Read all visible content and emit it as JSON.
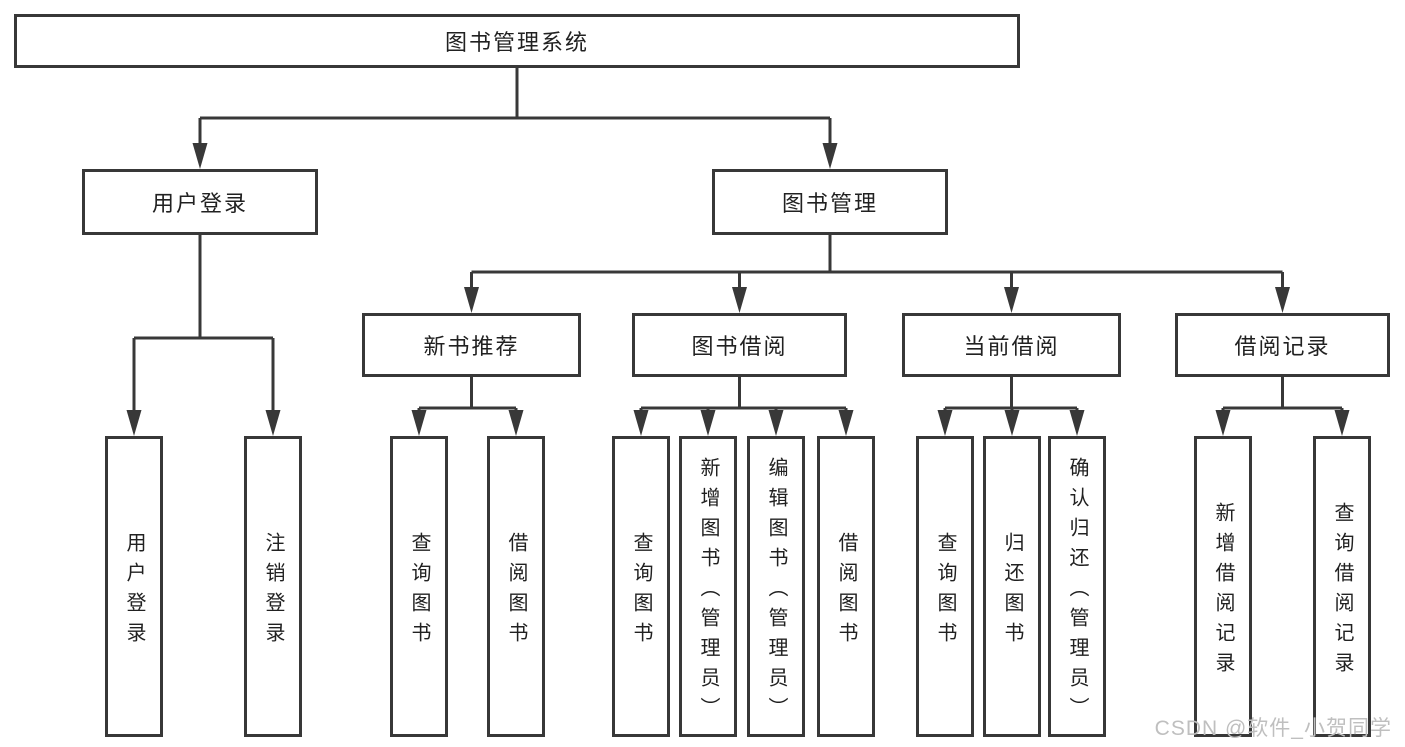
{
  "nodes": {
    "root": "图书管理系统",
    "user_login": {
      "label": "用户登录",
      "children": [
        "用户登录",
        "注销登录"
      ]
    },
    "book_mgmt": {
      "label": "图书管理",
      "children": [
        {
          "label": "新书推荐",
          "children": [
            "查询图书",
            "借阅图书"
          ]
        },
        {
          "label": "图书借阅",
          "children": [
            "查询图书",
            "新增图书（管理员）",
            "编辑图书（管理员）",
            "借阅图书"
          ]
        },
        {
          "label": "当前借阅",
          "children": [
            "查询图书",
            "归还图书",
            "确认归还（管理员）"
          ]
        },
        {
          "label": "借阅记录",
          "children": [
            "新增借阅记录",
            "查询借阅记录"
          ]
        }
      ]
    }
  },
  "watermark": "CSDN @软件_小贺同学",
  "colors": {
    "line": "#383838",
    "text": "#212121",
    "box_fill": "#ffffff",
    "watermark": "#bfbfbf",
    "background": "#ffffff"
  }
}
